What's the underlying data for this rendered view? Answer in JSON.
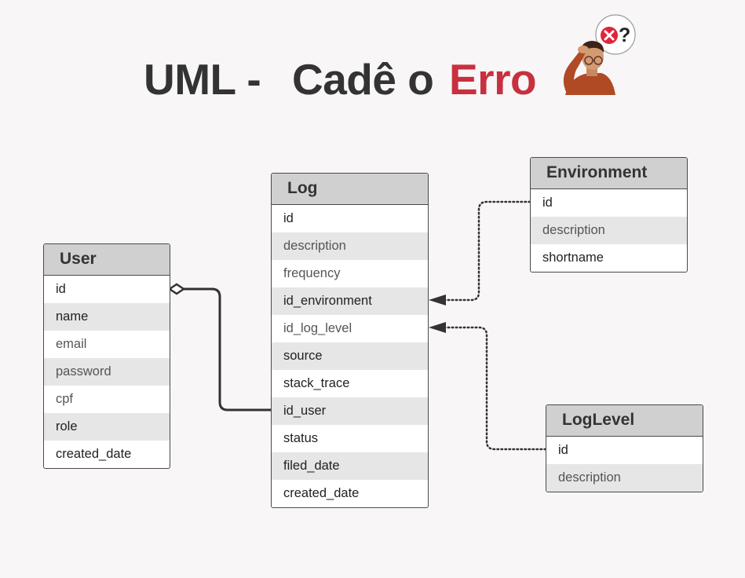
{
  "title": {
    "part1": "UML -",
    "part2": "Cadê o",
    "part3": "Erro"
  },
  "colors": {
    "accent": "#c8303f",
    "header_bg": "#d0d0d0",
    "row_shaded": "#e6e6e6",
    "text": "#333333"
  },
  "tables": {
    "user": {
      "name": "User",
      "fields": [
        "id",
        "name",
        "email",
        "password",
        "cpf",
        "role",
        "created_date"
      ]
    },
    "log": {
      "name": "Log",
      "fields": [
        "id",
        "description",
        "frequency",
        "id_environment",
        "id_log_level",
        "source",
        "stack_trace",
        "id_user",
        "status",
        "filed_date",
        "created_date"
      ]
    },
    "environment": {
      "name": "Environment",
      "fields": [
        "id",
        "description",
        "shortname"
      ]
    },
    "loglevel": {
      "name": "LogLevel",
      "fields": [
        "id",
        "description"
      ]
    }
  },
  "relations": [
    {
      "from": "User.id",
      "to": "Log.id_user",
      "style": "solid",
      "marker": "diamond"
    },
    {
      "from": "Environment.id",
      "to": "Log.id_environment",
      "style": "dotted",
      "marker": "arrow"
    },
    {
      "from": "LogLevel.id",
      "to": "Log.id_log_level",
      "style": "dotted",
      "marker": "arrow"
    }
  ],
  "icons": {
    "avatar": "confused-person-icon",
    "bubble": "error-question-bubble-icon"
  }
}
